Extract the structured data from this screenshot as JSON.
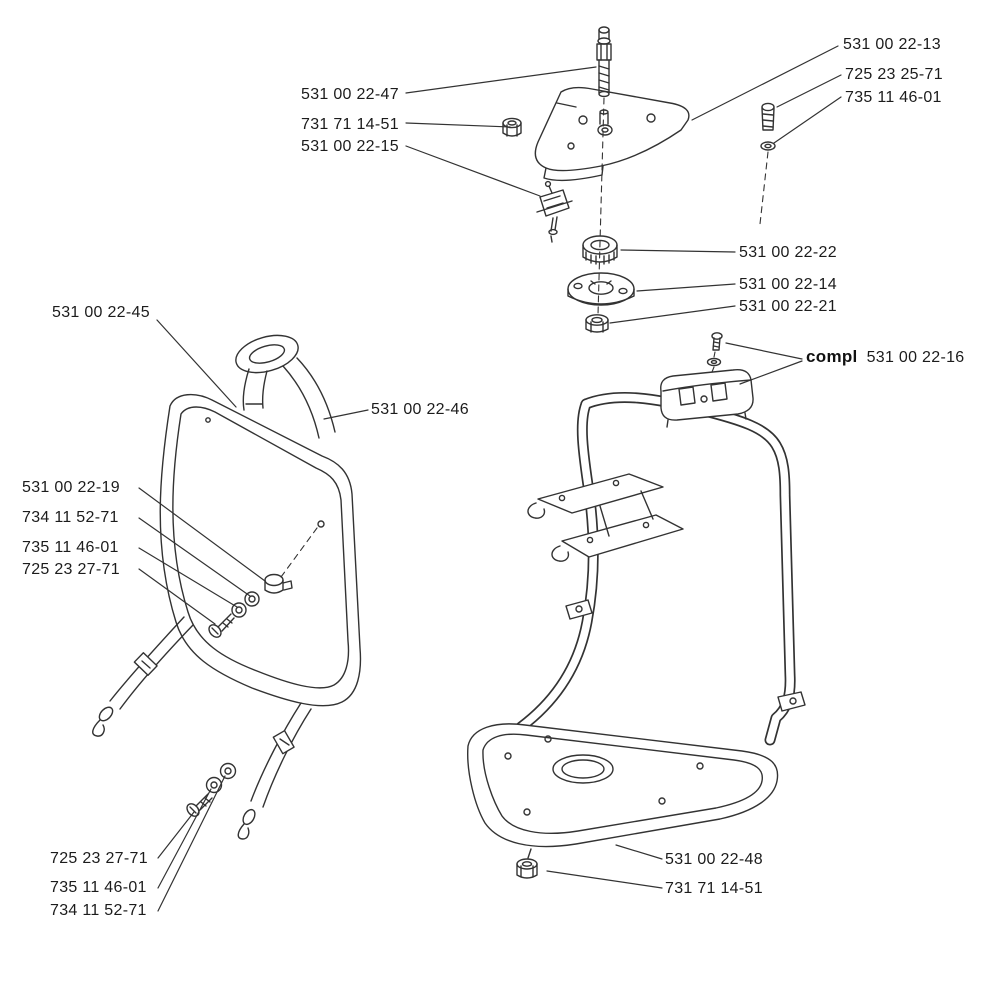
{
  "page": {
    "background": "#ffffff",
    "ink_color": "#333333",
    "type": "exploded-parts-diagram"
  },
  "labels": [
    {
      "part": "mounting-plate",
      "text": "531 00 22-13"
    },
    {
      "part": "screw",
      "text": "725 23 25-71"
    },
    {
      "part": "washer",
      "text": "735 11 46-01"
    },
    {
      "part": "pivot-bolt",
      "text": "531 00 22-47"
    },
    {
      "part": "hex-nut",
      "text": "731 71 14-51"
    },
    {
      "part": "switch",
      "text": "531 00 22-15"
    },
    {
      "part": "bushing",
      "text": "531 00 22-22"
    },
    {
      "part": "flanged-disc",
      "text": "531 00 22-14"
    },
    {
      "part": "lock-nut",
      "text": "531 00 22-21"
    },
    {
      "part": "clamp-assembly",
      "prefix": "compl",
      "text": "531 00 22-16"
    },
    {
      "part": "shield",
      "text": "531 00 22-45"
    },
    {
      "part": "handle-loop",
      "text": "531 00 22-46"
    },
    {
      "part": "grommet",
      "text": "531 00 22-19"
    },
    {
      "part": "washer",
      "text": "734 11 52-71"
    },
    {
      "part": "washer",
      "text": "735 11 46-01"
    },
    {
      "part": "screw",
      "text": "725 23 27-71"
    },
    {
      "part": "screw",
      "text": "725 23 27-71"
    },
    {
      "part": "washer",
      "text": "735 11 46-01"
    },
    {
      "part": "washer",
      "text": "734 11 52-71"
    },
    {
      "part": "frame",
      "text": "531 00 22-48"
    },
    {
      "part": "hex-nut",
      "text": "731 71 14-51"
    }
  ]
}
